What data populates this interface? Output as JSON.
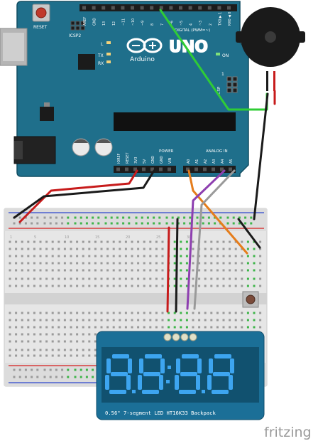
{
  "colors": {
    "arduino_board": "#1f6f8b",
    "arduino_dark": "#155a72",
    "breadboard": "#e8e8e8",
    "rail_red": "#d83c3c",
    "rail_blue": "#4a5fd0",
    "hole_green": "#3fb54a",
    "display_board": "#1b6f97",
    "segment_on": "#3da5f0",
    "segment_off": "#1d5f85",
    "wire_red": "#c71b1b",
    "wire_black": "#1a1a1a",
    "wire_green": "#2fcc36",
    "wire_orange": "#e57d1c",
    "wire_purple": "#8e3fb0",
    "wire_gray": "#9a9a9a",
    "buzzer": "#1a1a1a"
  },
  "arduino": {
    "reset_label": "RESET",
    "icsp2_label": "ICSP2",
    "l_label": "L",
    "tx_label": "TX",
    "rx_label": "RX",
    "on_label": "ON",
    "icsp_label": "ICSP",
    "one_label": "1",
    "digital_label": "DIGITAL (PWM=~)",
    "uno_label": "UNO",
    "brand_label": "Arduino",
    "power_label": "POWER",
    "analog_label": "ANALOG IN",
    "top_pins": [
      "AREF",
      "GND",
      "13",
      "12",
      "~11",
      "~10",
      "~9",
      "8",
      "7",
      "~6",
      "~5",
      "4",
      "~3",
      "2",
      "TX0 ▶ 1",
      "RX0 ◀ 0"
    ],
    "power_pins": [
      "IOREF",
      "RESET",
      "3V3",
      "5V",
      "GND",
      "GND",
      "VIN"
    ],
    "analog_pins": [
      "A0",
      "A1",
      "A2",
      "A3",
      "A4",
      "A5"
    ]
  },
  "breadboard": {
    "col_markers": [
      "1",
      "5",
      "10",
      "15",
      "20",
      "25",
      "30"
    ]
  },
  "display": {
    "digits": "8.8:8.8",
    "caption": "0.56\" 7-segment LED HT16K33 Backpack"
  },
  "brand": "fritzing"
}
